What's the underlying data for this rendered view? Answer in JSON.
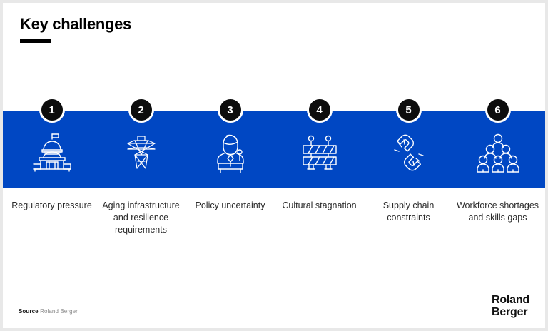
{
  "slide": {
    "title": "Key challenges",
    "band_color": "#0047c3",
    "accent_color": "#000000",
    "icon_stroke_color": "#ffffff"
  },
  "items": [
    {
      "number": "1",
      "caption": "Regulatory pressure",
      "icon": "government-building-icon"
    },
    {
      "number": "2",
      "caption": "Aging infrastructure and resilience requirements",
      "icon": "power-pylon-icon"
    },
    {
      "number": "3",
      "caption": "Policy uncertainty",
      "icon": "speaker-at-podium-icon"
    },
    {
      "number": "4",
      "caption": "Cultural stagnation",
      "icon": "road-barrier-icon"
    },
    {
      "number": "5",
      "caption": "Supply chain constraints",
      "icon": "broken-chain-icon"
    },
    {
      "number": "6",
      "caption": "Workforce shortages and skills gaps",
      "icon": "people-group-icon"
    }
  ],
  "footer": {
    "source_label": "Source",
    "source_value": "Roland Berger",
    "logo_line1": "Roland",
    "logo_line2": "Berger"
  }
}
